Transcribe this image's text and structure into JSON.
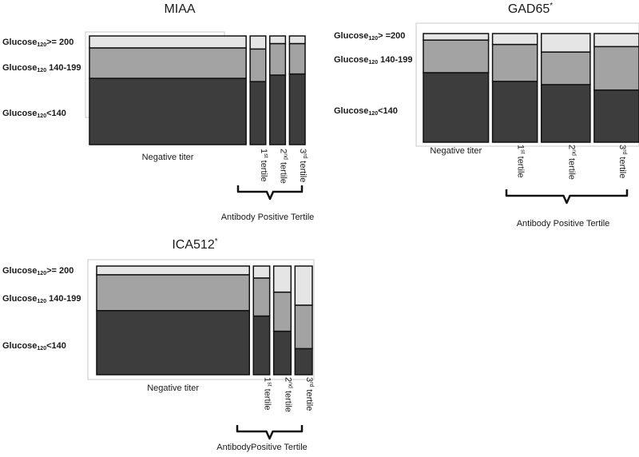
{
  "chart_data": [
    {
      "type": "bar",
      "subtype": "mosaic-stacked-100",
      "title": "MIAA",
      "title_marker": "",
      "categories": [
        "Negative titer",
        "1st tertile",
        "2nd tertile",
        "3rd tertile"
      ],
      "category_labels": [
        {
          "text": "Negative titer",
          "sup": "",
          "tail": ""
        },
        {
          "text": "1",
          "sup": "st",
          "tail": " tertile"
        },
        {
          "text": "2",
          "sup": "nd",
          "tail": " tertile"
        },
        {
          "text": "3",
          "sup": "rd",
          "tail": " tertile"
        }
      ],
      "widths": [
        0.8,
        0.08,
        0.08,
        0.08
      ],
      "series": [
        {
          "name": "Glucose120<140",
          "values": [
            0.61,
            0.58,
            0.64,
            0.65
          ]
        },
        {
          "name": "Glucose120 140-199",
          "values": [
            0.28,
            0.3,
            0.29,
            0.28
          ]
        },
        {
          "name": "Glucose120>= 200",
          "values": [
            0.11,
            0.12,
            0.07,
            0.07
          ]
        }
      ],
      "legend_labels": [
        {
          "pre": "Glucose",
          "sub": "120",
          "post": ">= 200"
        },
        {
          "pre": "Glucose",
          "sub": "120",
          "post": " 140-199"
        },
        {
          "pre": "Glucose",
          "sub": "120",
          "post": "<140"
        }
      ],
      "group_label": "Antibody Positive Tertile",
      "ylim": [
        0,
        1
      ]
    },
    {
      "type": "bar",
      "subtype": "mosaic-stacked-100",
      "title": "GAD65",
      "title_marker": "*",
      "categories": [
        "Negative titer",
        "1st tertile",
        "2nd tertile",
        "3rd tertile"
      ],
      "category_labels": [
        {
          "text": "Negative titer",
          "sup": "",
          "tail": ""
        },
        {
          "text": "1",
          "sup": "st",
          "tail": " tertile"
        },
        {
          "text": "2",
          "sup": "nd",
          "tail": " tertile"
        },
        {
          "text": "3",
          "sup": "rd",
          "tail": " tertile"
        }
      ],
      "widths": [
        0.32,
        0.22,
        0.24,
        0.22
      ],
      "series": [
        {
          "name": "Glucose120<140",
          "values": [
            0.64,
            0.56,
            0.53,
            0.48
          ]
        },
        {
          "name": "Glucose120 140-199",
          "values": [
            0.3,
            0.34,
            0.3,
            0.4
          ]
        },
        {
          "name": "Glucose120> =200",
          "values": [
            0.06,
            0.1,
            0.17,
            0.12
          ]
        }
      ],
      "legend_labels": [
        {
          "pre": "Glucose",
          "sub": "120",
          "post": "> =200"
        },
        {
          "pre": "Glucose",
          "sub": "120",
          "post": " 140-199"
        },
        {
          "pre": "Glucose",
          "sub": "120",
          "post": "<140"
        }
      ],
      "group_label": "Antibody Positive Tertile",
      "ylim": [
        0,
        1
      ]
    },
    {
      "type": "bar",
      "subtype": "mosaic-stacked-100",
      "title": "ICA512",
      "title_marker": "*",
      "categories": [
        "Negative titer",
        "1st tertile",
        "2nd tertile",
        "3rd tertile"
      ],
      "category_labels": [
        {
          "text": "Negative titer",
          "sup": "",
          "tail": ""
        },
        {
          "text": "1",
          "sup": "st",
          "tail": " tertile"
        },
        {
          "text": "2",
          "sup": "nd",
          "tail": " tertile"
        },
        {
          "text": "3",
          "sup": "rd",
          "tail": " tertile"
        }
      ],
      "widths": [
        0.75,
        0.08,
        0.085,
        0.085
      ],
      "series": [
        {
          "name": "Glucose120<140",
          "values": [
            0.59,
            0.54,
            0.4,
            0.24
          ]
        },
        {
          "name": "Glucose120 140-199",
          "values": [
            0.33,
            0.35,
            0.36,
            0.4
          ]
        },
        {
          "name": "Glucose120>= 200",
          "values": [
            0.08,
            0.11,
            0.24,
            0.36
          ]
        }
      ],
      "legend_labels": [
        {
          "pre": "Glucose",
          "sub": "120",
          "post": ">= 200"
        },
        {
          "pre": "Glucose",
          "sub": "120",
          "post": " 140-199"
        },
        {
          "pre": "Glucose",
          "sub": "120",
          "post": "<140"
        }
      ],
      "group_label": "AntibodyPositive  Tertile",
      "ylim": [
        0,
        1
      ]
    }
  ],
  "colors": {
    "low": "#3d3d3d",
    "mid": "#a3a3a3",
    "high": "#e5e5e5",
    "stroke": "#111111",
    "frame": "#c8c8c8"
  }
}
